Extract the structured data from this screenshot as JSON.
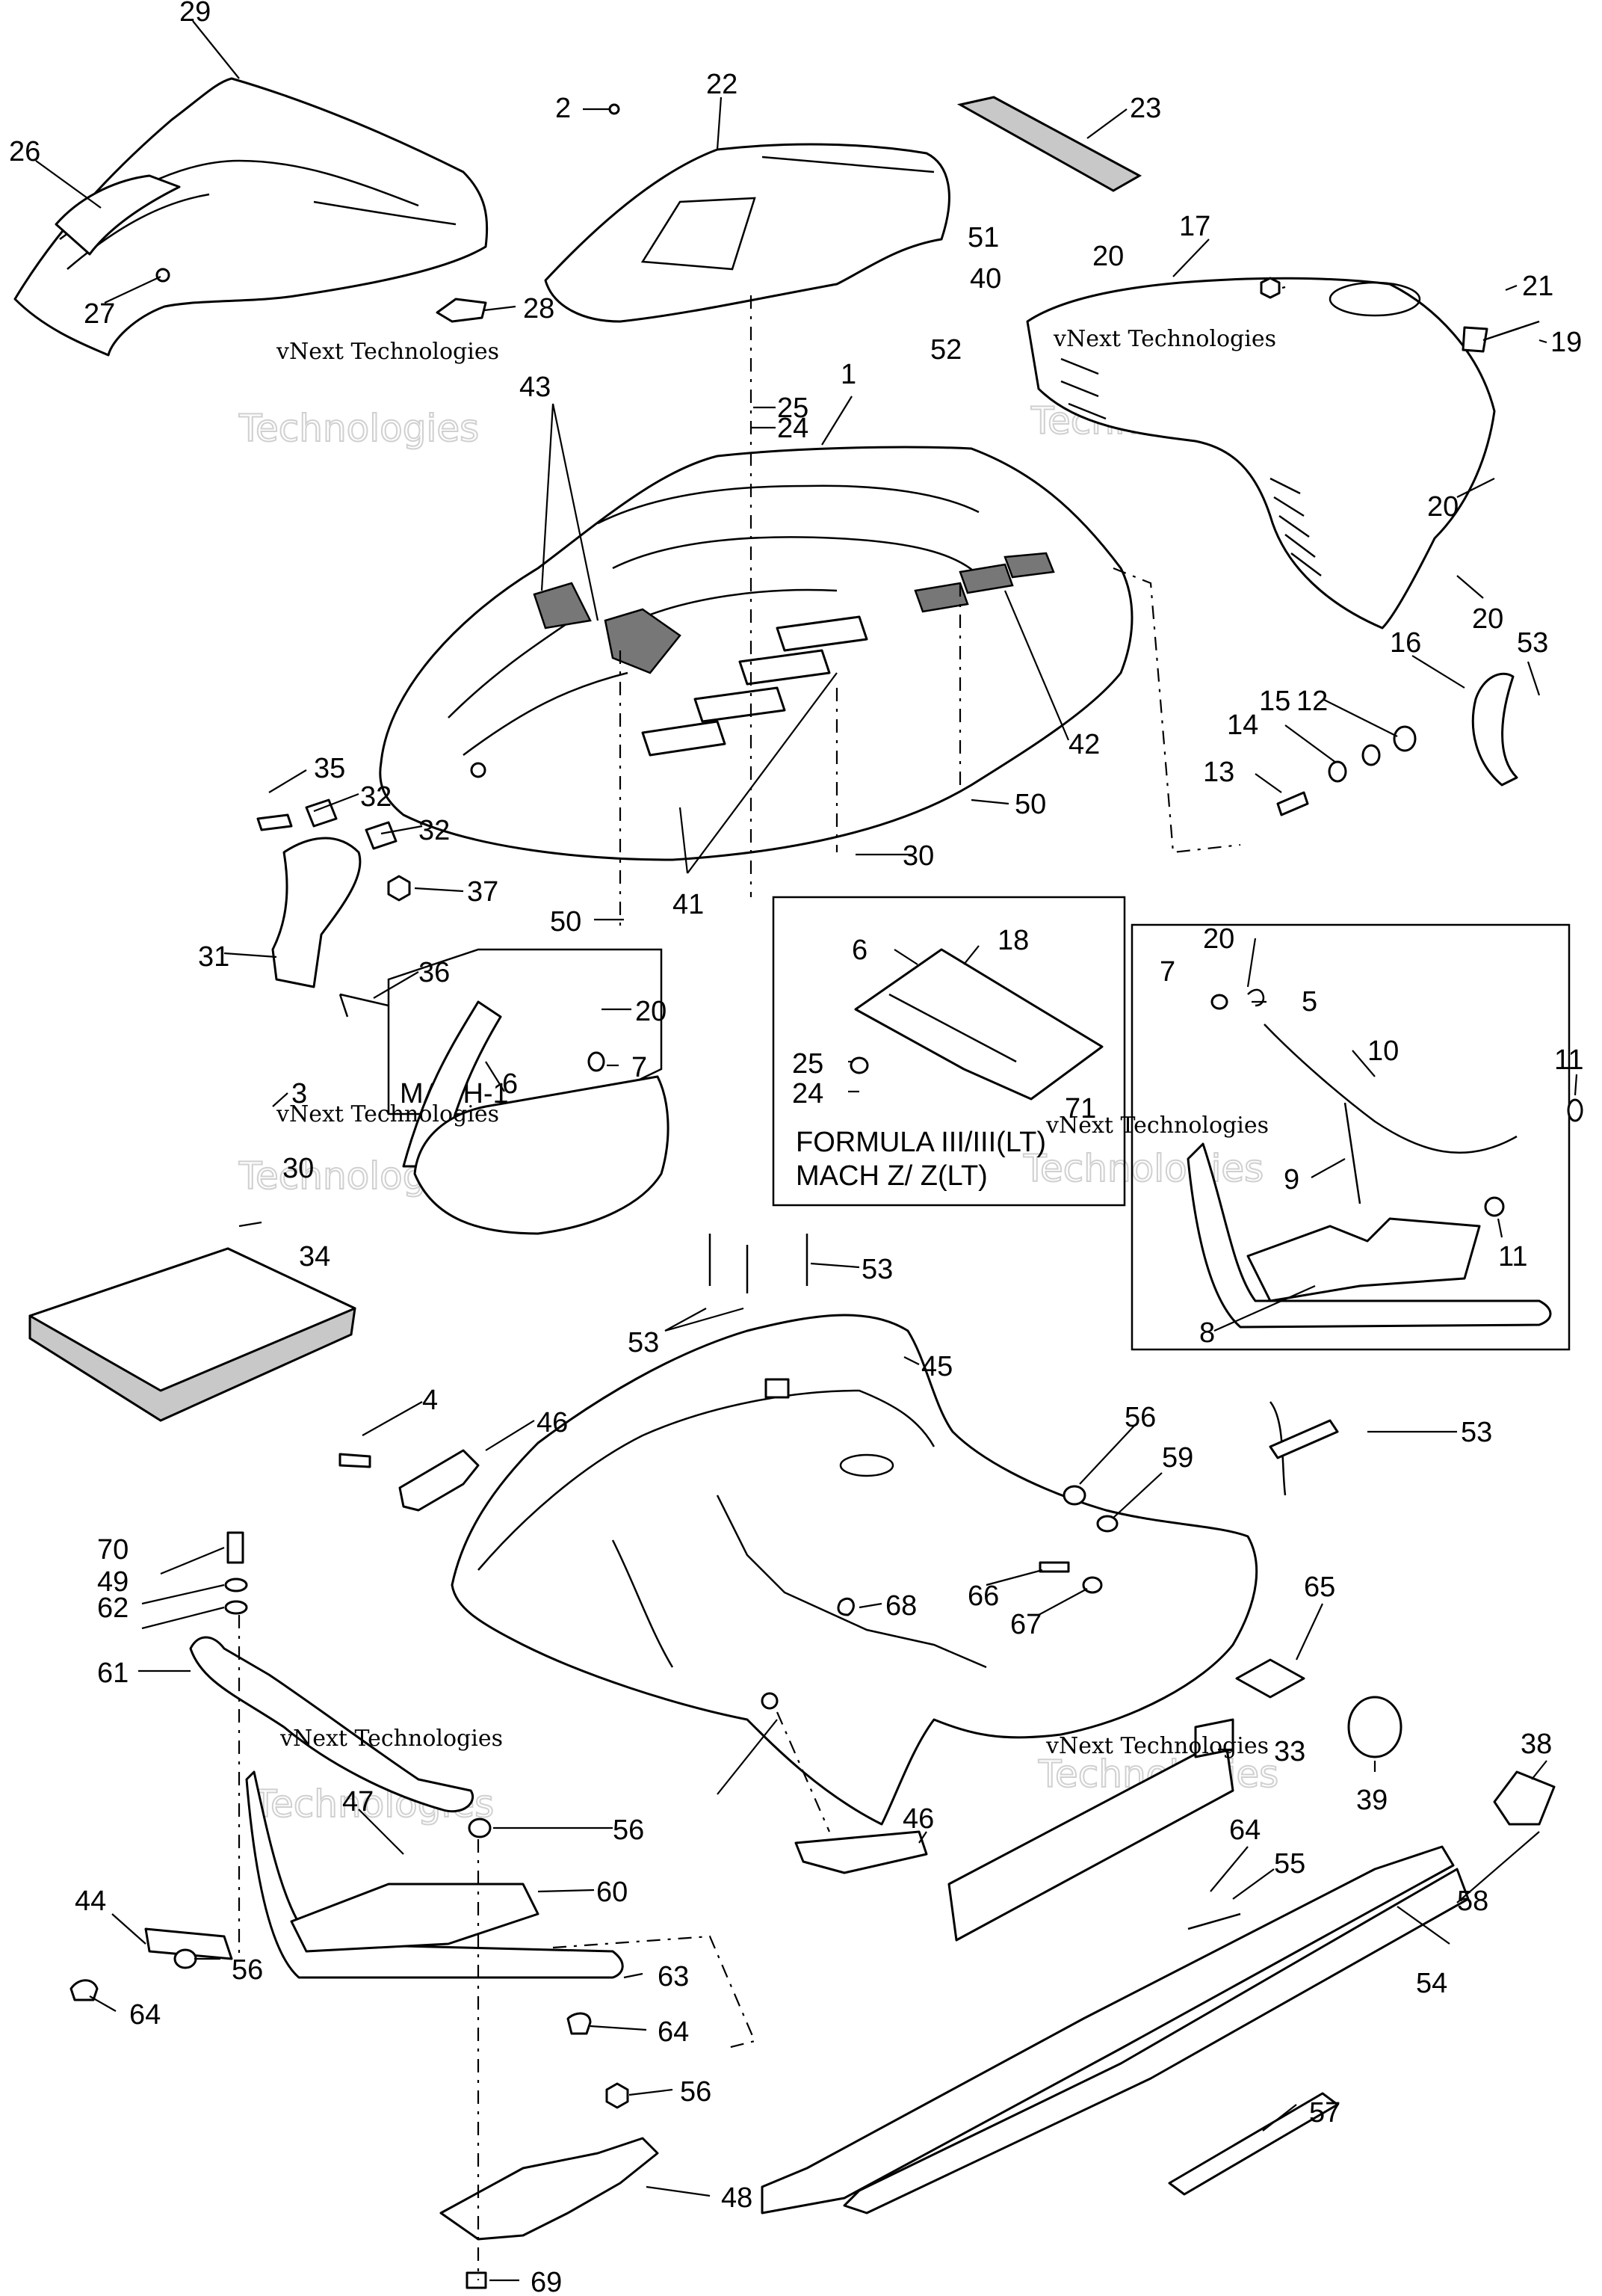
{
  "labels": {
    "l1": "1",
    "l2": "2",
    "l3": "3",
    "l4": "4",
    "l5": "5",
    "l6a": "6",
    "l6b": "6",
    "l7a": "7",
    "l7b": "7",
    "l8": "8",
    "l9": "9",
    "l10": "10",
    "l11a": "11",
    "l11b": "11",
    "l12": "12",
    "l13": "13",
    "l14": "14",
    "l15": "15",
    "l16": "16",
    "l17": "17",
    "l18": "18",
    "l19": "19",
    "l20a": "20",
    "l20b": "20",
    "l20c": "20",
    "l20d": "20",
    "l20e": "20",
    "l21": "21",
    "l22": "22",
    "l23": "23",
    "l24a": "24",
    "l24b": "24",
    "l25a": "25",
    "l25b": "25",
    "l26": "26",
    "l27": "27",
    "l28": "28",
    "l29": "29",
    "l30a": "30",
    "l30b": "30",
    "l31": "31",
    "l32a": "32",
    "l32b": "32",
    "l33": "33",
    "l34": "34",
    "l35": "35",
    "l36": "36",
    "l37": "37",
    "l38": "38",
    "l39": "39",
    "l40": "40",
    "l41": "41",
    "l42": "42",
    "l43": "43",
    "l44": "44",
    "l45": "45",
    "l46a": "46",
    "l46b": "46",
    "l47": "47",
    "l48": "48",
    "l49": "49",
    "l50a": "50",
    "l50b": "50",
    "l51": "51",
    "l52": "52",
    "l53a": "53",
    "l53b": "53",
    "l53c": "53",
    "l53d": "53",
    "l54": "54",
    "l55": "55",
    "l56a": "56",
    "l56b": "56",
    "l56c": "56",
    "l56d": "56",
    "l57": "57",
    "l58": "58",
    "l59": "59",
    "l60": "60",
    "l61": "61",
    "l62": "62",
    "l63": "63",
    "l64a": "64",
    "l64b": "64",
    "l64c": "64",
    "l65": "65",
    "l66": "66",
    "l67": "67",
    "l68": "68",
    "l69": "69",
    "l70": "70",
    "l71": "71"
  },
  "captions": {
    "mach1": "MACH-1",
    "formula_line1": "FORMULA III/III(LT)",
    "formula_line2": "MACH Z/ Z(LT)"
  },
  "watermark": {
    "company": "vNext Technologies",
    "word": "Technologies"
  }
}
